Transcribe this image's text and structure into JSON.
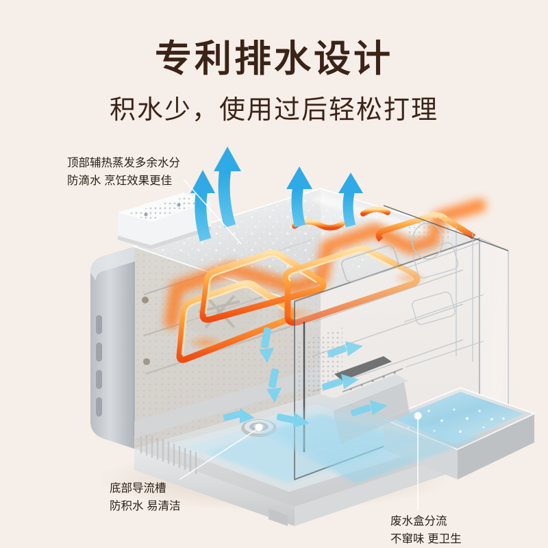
{
  "page": {
    "background_color": "#F6EEE8",
    "heading_color": "#3B2318",
    "body_text_color": "#2A2119"
  },
  "header": {
    "title": "专利排水设计",
    "subtitle": "积水少，使用过后轻松打理"
  },
  "callouts": [
    {
      "id": "top",
      "line1": "顶部辅热蒸发多余水分",
      "line2": "防滴水 烹饪效果更佳"
    },
    {
      "id": "bottom-left",
      "line1": "底部导流槽",
      "line2": "防积水 易清洁"
    },
    {
      "id": "bottom-right",
      "line1": "废水盒分流",
      "line2": "不窜味 更卫生"
    }
  ],
  "product": {
    "name": "steam-oven-cutaway",
    "colors": {
      "body_silver": "#C9CCD0",
      "body_light": "#E8EAEC",
      "glass_tint": "#DCE3E8",
      "heating_coil_core": "#FF6B1A",
      "heating_coil_glow": "#FFD88A",
      "steam_arrow": "#35AEE8",
      "drain_arrow": "#7FD3EE",
      "water_tray": "#9FD4E8",
      "vent_white": "#F2F3F4"
    }
  },
  "annotations": {
    "steam_arrows_count": 4,
    "drain_arrows_count": 6,
    "marker_dots": 2
  }
}
